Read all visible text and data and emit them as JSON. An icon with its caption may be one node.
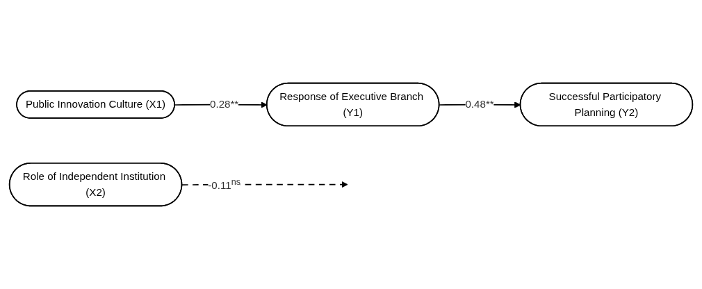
{
  "diagram": {
    "nodes": [
      {
        "text": [
          "Role of Independent Institution (X2)"
        ]
      },
      {
        "text": [
          "Public Innovation Culture (X1)"
        ]
      },
      {
        "text": [
          "Response of Executive Branch (Y1)"
        ]
      },
      {
        "text": [
          "Successful Participatory Planning (Y2)"
        ]
      }
    ],
    "edges": [
      {
        "from": 1,
        "to": 2,
        "arrow": "to",
        "label": "0.28**"
      },
      {
        "from": 2,
        "to": 3,
        "arrow": "to",
        "label": "0.48**"
      },
      {
        "from": 0,
        "to": null,
        "arrow": "to",
        "label": "-0.11$^{ns}$",
        "style": "dashed"
      }
    ]
  }
}
